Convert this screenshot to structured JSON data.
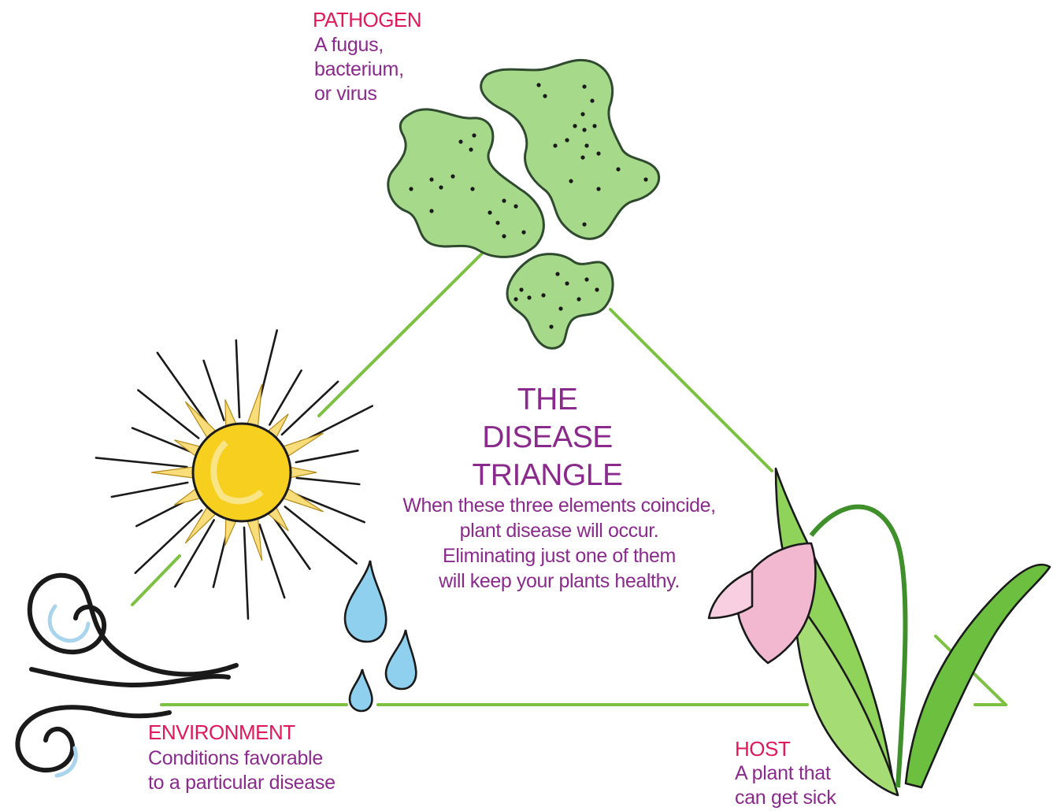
{
  "pathogen": {
    "heading": "PATHOGEN",
    "lines": [
      "A fugus,",
      "bacterium,",
      "or virus"
    ]
  },
  "environment": {
    "heading": "ENVIRONMENT",
    "lines": [
      "Conditions favorable",
      "to a particular disease"
    ]
  },
  "host": {
    "heading": "HOST",
    "lines": [
      "A plant that",
      "can get sick"
    ]
  },
  "title": {
    "lines": [
      "THE",
      "DISEASE",
      "TRIANGLE"
    ]
  },
  "caption": {
    "lines": [
      "When these three elements coincide,",
      "plant disease will occur.",
      "Eliminating just one of them",
      "will keep your plants healthy."
    ]
  },
  "colors": {
    "heading": "#e0195a",
    "text": "#8a2a8c",
    "triangle": "#7cc142",
    "germ": "#a6d98a",
    "sun": "#f6cf1f",
    "water": "#8fd0ee"
  }
}
